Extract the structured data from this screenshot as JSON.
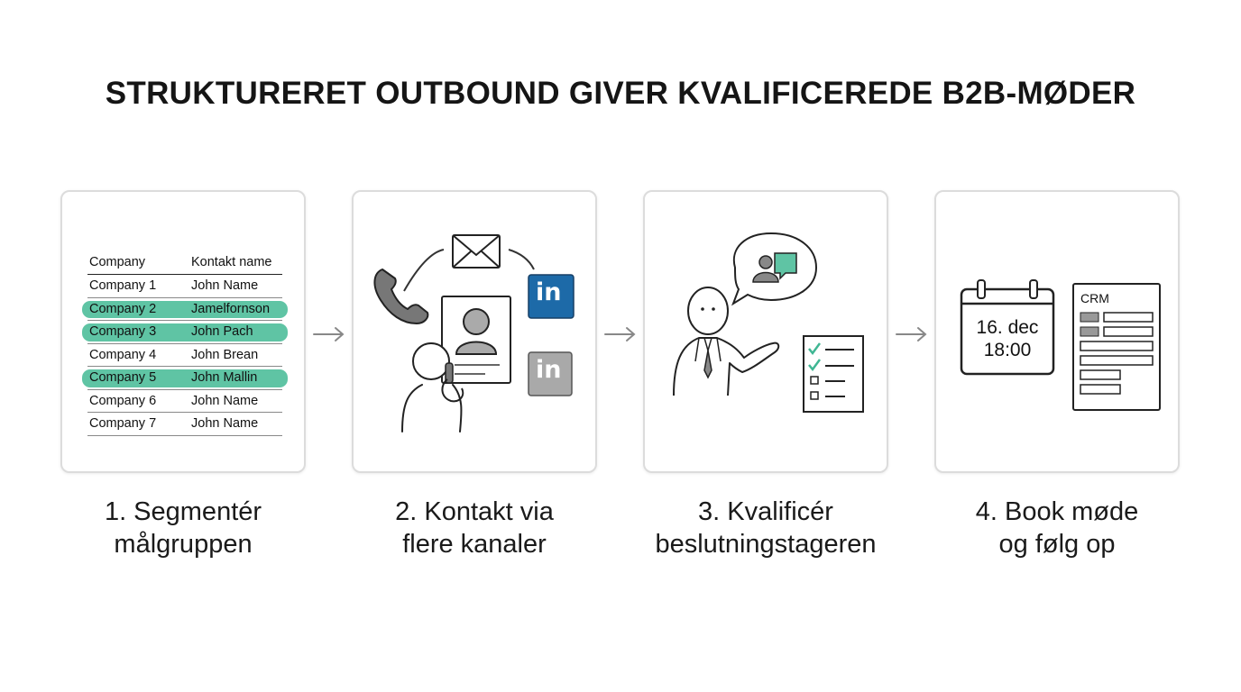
{
  "title": "STRUKTURERET OUTBOUND GIVER KVALIFICEREDE B2B-MØDER",
  "steps": [
    {
      "line1": "1. Segmentér",
      "line2": "målgruppen"
    },
    {
      "line1": "2. Kontakt via",
      "line2": "flere kanaler"
    },
    {
      "line1": "3. Kvalificér",
      "line2": "beslutningstageren"
    },
    {
      "line1": "4. Book møde",
      "line2": "og følg op"
    }
  ],
  "table": {
    "headers": [
      "Company",
      "Kontakt name"
    ],
    "rows": [
      {
        "company": "Company 1",
        "contact": "John Name",
        "highlighted": false
      },
      {
        "company": "Company 2",
        "contact": "Jamelfornson",
        "highlighted": true
      },
      {
        "company": "Company 3",
        "contact": "John Pach",
        "highlighted": true
      },
      {
        "company": "Company 4",
        "contact": "John Brean",
        "highlighted": false
      },
      {
        "company": "Company 5",
        "contact": "John Mallin",
        "highlighted": true
      },
      {
        "company": "Company 6",
        "contact": "John Name",
        "highlighted": false
      },
      {
        "company": "Company 7",
        "contact": "John Name",
        "highlighted": false
      }
    ]
  },
  "channels": {
    "linkedin_label_1": "in",
    "linkedin_label_2": "in",
    "icons": [
      "email-icon",
      "phone-icon",
      "contact-card-icon",
      "linkedin-icon",
      "person-on-phone-icon"
    ]
  },
  "calendar": {
    "date": "16. dec",
    "time": "18:00"
  },
  "crm": {
    "label": "CRM"
  },
  "colors": {
    "highlight": "#5fc4a4",
    "accent": "#3fb693",
    "linkedin": "#1d6aa8",
    "linkedin_gray": "#a9a9a9",
    "border": "#dcdcdc"
  }
}
